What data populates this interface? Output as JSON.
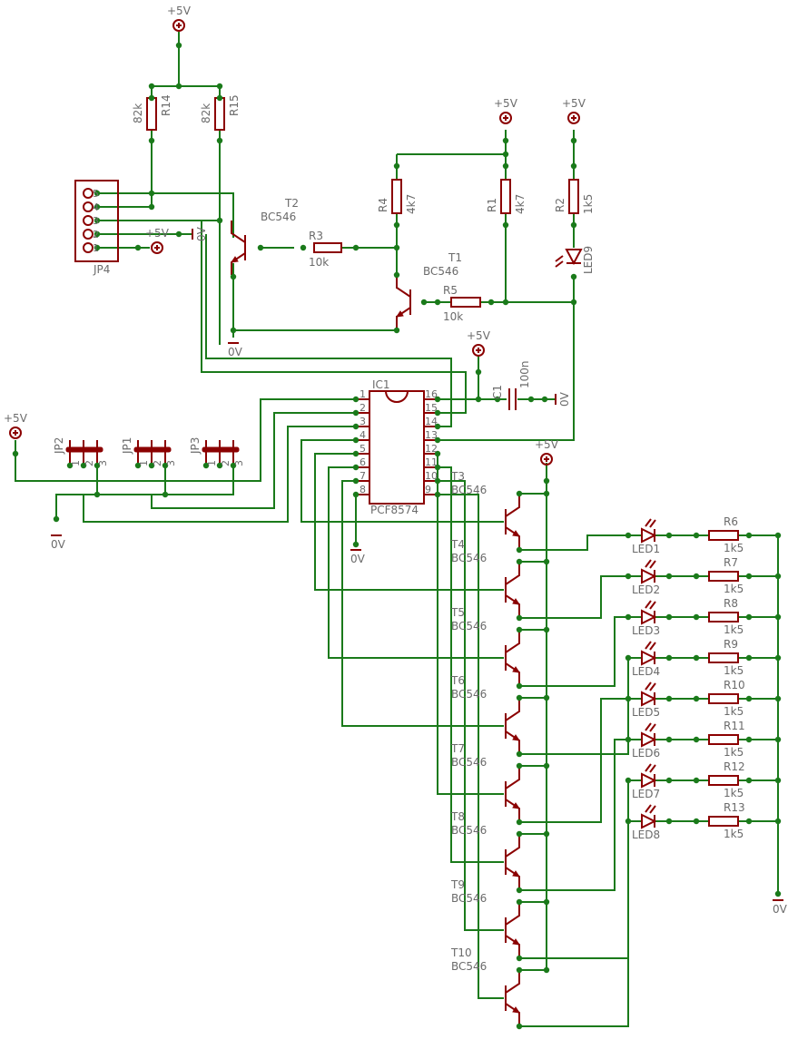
{
  "supply_label": "+5V",
  "ground_label": "0V",
  "connector": {
    "name": "JP4",
    "pins": [
      "5",
      "4",
      "3",
      "2",
      "1"
    ]
  },
  "jumpers": [
    {
      "name": "JP2",
      "pins": [
        "1",
        "2",
        "3"
      ]
    },
    {
      "name": "JP1",
      "pins": [
        "1",
        "2",
        "3"
      ]
    },
    {
      "name": "JP3",
      "pins": [
        "1",
        "2",
        "3"
      ]
    }
  ],
  "resistors": {
    "R14": {
      "name": "R14",
      "value": "82k"
    },
    "R15": {
      "name": "R15",
      "value": "82k"
    },
    "R4": {
      "name": "R4",
      "value": "4k7"
    },
    "R1": {
      "name": "R1",
      "value": "4k7"
    },
    "R2": {
      "name": "R2",
      "value": "1k5"
    },
    "R3": {
      "name": "R3",
      "value": "10k"
    },
    "R5": {
      "name": "R5",
      "value": "10k"
    }
  },
  "transistors_top": [
    {
      "name": "T2",
      "type": "BC546"
    },
    {
      "name": "T1",
      "type": "BC546"
    }
  ],
  "led_top": {
    "name": "LED9"
  },
  "capacitor": {
    "name": "C1",
    "value": "100n"
  },
  "ic": {
    "name": "IC1",
    "part": "PCF8574",
    "left_pins": [
      "1",
      "2",
      "3",
      "4",
      "5",
      "6",
      "7",
      "8"
    ],
    "right_pins": [
      "16",
      "15",
      "14",
      "13",
      "12",
      "11",
      "10",
      "9"
    ]
  },
  "drivers": [
    {
      "t": "T3",
      "type": "BC546",
      "led": "LED1",
      "r": "R6",
      "rv": "1k5"
    },
    {
      "t": "T4",
      "type": "BC546",
      "led": "LED2",
      "r": "R7",
      "rv": "1k5"
    },
    {
      "t": "T5",
      "type": "BC546",
      "led": "LED3",
      "r": "R8",
      "rv": "1k5"
    },
    {
      "t": "T6",
      "type": "BC546",
      "led": "LED4",
      "r": "R9",
      "rv": "1k5"
    },
    {
      "t": "T7",
      "type": "BC546",
      "led": "LED5",
      "r": "R10",
      "rv": "1k5"
    },
    {
      "t": "T8",
      "type": "BC546",
      "led": "LED6",
      "r": "R11",
      "rv": "1k5"
    },
    {
      "t": "T9",
      "type": "BC546",
      "led": "LED7",
      "r": "R12",
      "rv": "1k5"
    },
    {
      "t": "T10",
      "type": "BC546",
      "led": "LED8",
      "r": "R13",
      "rv": "1k5"
    }
  ]
}
